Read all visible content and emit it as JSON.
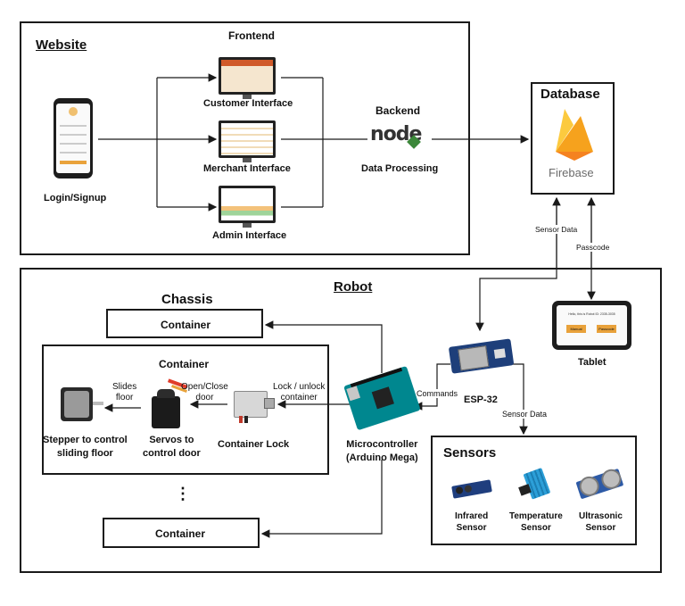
{
  "website": {
    "title": "Website",
    "frontend_label": "Frontend",
    "login_label": "Login/Signup",
    "customer_label": "Customer Interface",
    "merchant_label": "Merchant Interface",
    "admin_label": "Admin Interface"
  },
  "backend": {
    "title": "Backend",
    "logo_text": "node",
    "subtitle": "Data Processing"
  },
  "database": {
    "title": "Database",
    "logo_text": "Firebase"
  },
  "links": {
    "sensor_data_up": "Sensor Data",
    "passcode": "Passcode",
    "commands": "Commands",
    "sensor_data_down": "Sensor Data",
    "slides_floor": "Slides\nfloor",
    "open_close": "Open/Close\ndoor",
    "lock_unlock": "Lock / unlock\ncontainer"
  },
  "tablet": {
    "label": "Tablet",
    "screen_text": "Hello, this is Robot ID: 2335-3035",
    "btn1": "Manual",
    "btn2": "Passcode"
  },
  "robot": {
    "title": "Robot",
    "chassis": "Chassis",
    "container_top": "Container",
    "container_inner": "Container",
    "container_bottom": "Container",
    "ellipsis": "⋮",
    "stepper": "Stepper to control\nsliding floor",
    "servos": "Servos to\ncontrol door",
    "lock": "Container Lock",
    "micro": "Microcontroller\n(Arduino Mega)",
    "esp": "ESP-32"
  },
  "sensors": {
    "title": "Sensors",
    "infrared": "Infrared\nSensor",
    "temperature": "Temperature\nSensor",
    "ultrasonic": "Ultrasonic\nSensor"
  },
  "colors": {
    "line": "#1a1a1a",
    "firebase_orange": "#f6a21d",
    "firebase_yellow": "#fcca3f",
    "node_green": "#3c873a",
    "arduino_teal": "#00878f",
    "esp_blue": "#2c5aa0"
  }
}
